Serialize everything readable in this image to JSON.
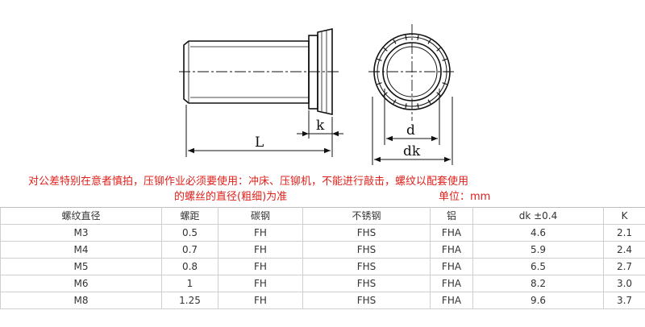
{
  "drawing": {
    "labels": {
      "length": "L",
      "head_height": "k",
      "thread_diameter": "d",
      "head_diameter": "dk"
    }
  },
  "notes": {
    "line1": "对公差特别在意者慎拍，压铆作业必须要使用：冲床、压铆机，不能进行敲击，螺纹以配套使用",
    "line2": "的螺丝的直径(粗细)为准",
    "unit": "单位：mm"
  },
  "table": {
    "headers": [
      "螺纹直径",
      "螺距",
      "碳钢",
      "不锈钢",
      "铝",
      "dk ±0.4",
      "K"
    ],
    "rows": [
      [
        "M3",
        "0.5",
        "FH",
        "FHS",
        "FHA",
        "4.6",
        "2.1"
      ],
      [
        "M4",
        "0.7",
        "FH",
        "FHS",
        "FHA",
        "5.9",
        "2.4"
      ],
      [
        "M5",
        "0.8",
        "FH",
        "FHS",
        "FHA",
        "6.5",
        "2.7"
      ],
      [
        "M6",
        "1",
        "FH",
        "FHS",
        "FHA",
        "8.2",
        "3.0"
      ],
      [
        "M8",
        "1.25",
        "FH",
        "FHS",
        "FHA",
        "9.6",
        "3.7"
      ]
    ]
  },
  "colors": {
    "note_text": "#e0201b",
    "table_text": "#333333",
    "grid": "#cfcfcf"
  }
}
